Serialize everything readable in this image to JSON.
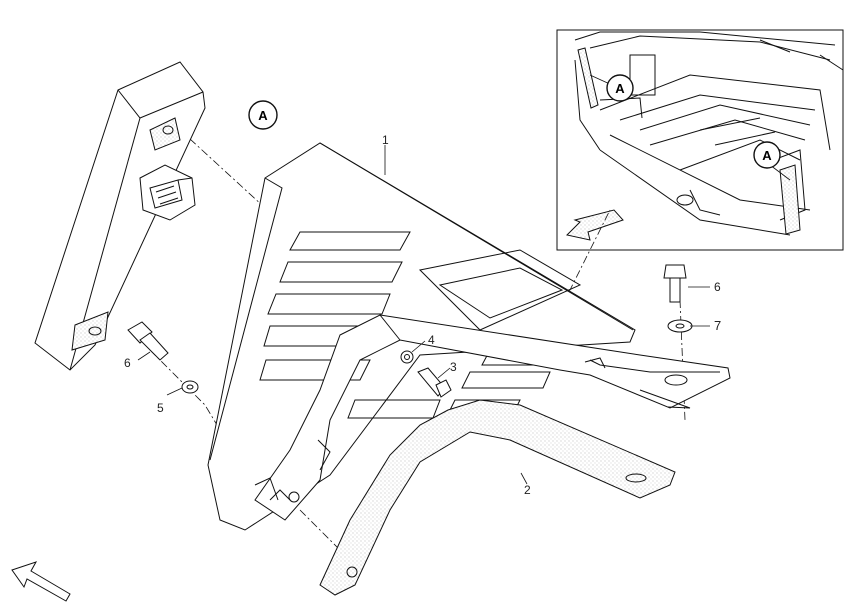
{
  "callouts": [
    {
      "key": "part1",
      "text": "1"
    },
    {
      "key": "part2",
      "text": "2"
    },
    {
      "key": "part3",
      "text": "3"
    },
    {
      "key": "part4",
      "text": "4"
    },
    {
      "key": "part5",
      "text": "5"
    },
    {
      "key": "part6_left",
      "text": "6"
    },
    {
      "key": "part6_right",
      "text": "6"
    },
    {
      "key": "part7",
      "text": "7"
    }
  ],
  "view_markers": {
    "main": "A",
    "inset_left": "A",
    "inset_right": "A"
  }
}
